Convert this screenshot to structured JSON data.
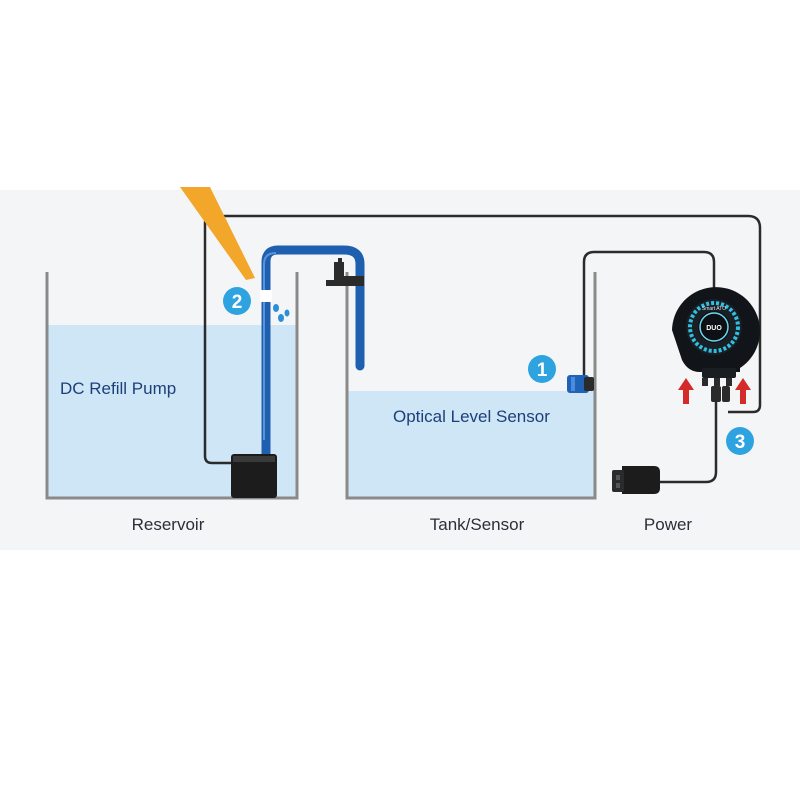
{
  "labels": {
    "pump": "DC Refill Pump",
    "sensor": "Optical Level Sensor",
    "reservoir": "Reservoir",
    "tank": "Tank/Sensor",
    "power": "Power"
  },
  "steps": [
    "1",
    "2",
    "3"
  ],
  "controller": {
    "brand": "Smart ATO",
    "center": "DUO"
  },
  "colors": {
    "water": "#cfe6f6",
    "pipe": "#1f5fb0",
    "badge": "#2ea3e0",
    "arrow": "#d42a2a",
    "wire": "#2b2b2b",
    "tank_wall": "#8a8a8a",
    "flash": "#f2a72a"
  }
}
